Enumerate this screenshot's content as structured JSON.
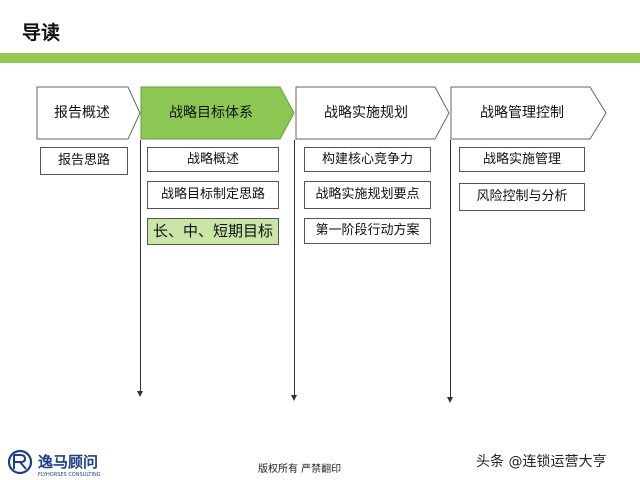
{
  "page_title": "导读",
  "colors": {
    "accent_bar": "#92c952",
    "chevron_active": "#8cc653",
    "highlight_box": "#c9e6a6"
  },
  "stages": [
    {
      "label": "报告概述",
      "active": false
    },
    {
      "label": "战略目标体系",
      "active": true
    },
    {
      "label": "战略实施规划",
      "active": false
    },
    {
      "label": "战略管理控制",
      "active": false
    }
  ],
  "boxes": {
    "col1": [
      "报告思路"
    ],
    "col2": [
      "战略概述",
      "战略目标制定思路",
      "长、中、短期目标"
    ],
    "col3": [
      "构建核心竞争力",
      "战略实施规划要点",
      "第一阶段行动方案"
    ],
    "col4": [
      "战略实施管理",
      "风险控制与分析"
    ]
  },
  "footer": {
    "logo_cn": "逸马顾问",
    "logo_en": "FLYHORSES CONSULTING",
    "copyright": "版权所有  严禁翻印",
    "watermark": "头条 @连锁运营大亨"
  }
}
